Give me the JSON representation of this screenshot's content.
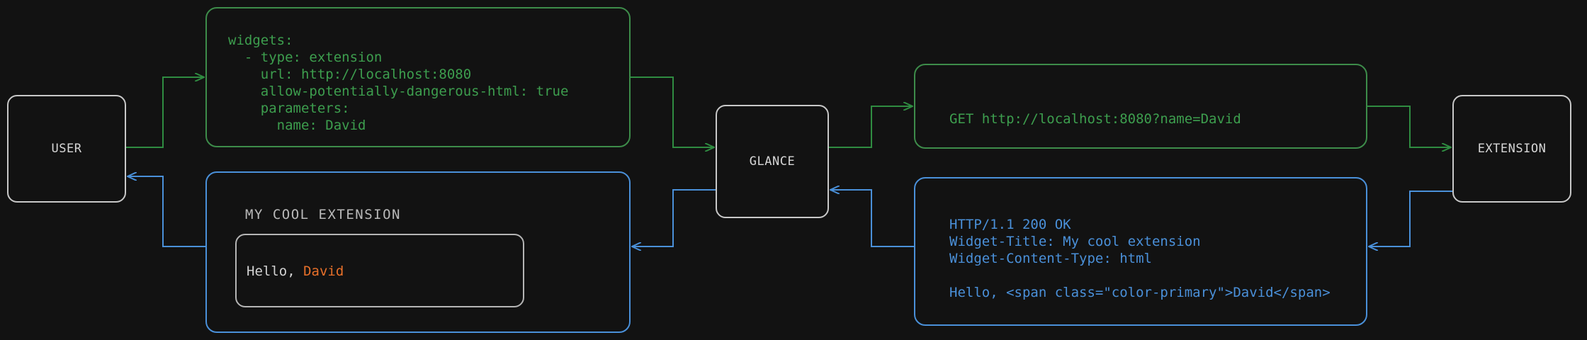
{
  "theme": {
    "background": "#121212",
    "green": "#3d9e4e",
    "blue": "#4a90d9",
    "neutral": "#c8c8c8",
    "accent_orange": "#e8702a"
  },
  "nodes": {
    "user": {
      "label": "USER"
    },
    "glance": {
      "label": "GLANCE"
    },
    "extension": {
      "label": "EXTENSION"
    }
  },
  "panels": {
    "yaml_config": {
      "color": "green",
      "code": "widgets:\n  - type: extension\n    url: http://localhost:8080\n    allow-potentially-dangerous-html: true\n    parameters:\n      name: David"
    },
    "http_request": {
      "color": "green",
      "code": "GET http://localhost:8080?name=David"
    },
    "http_response": {
      "color": "blue",
      "code": "HTTP/1.1 200 OK\nWidget-Title: My cool extension\nWidget-Content-Type: html\n\nHello, <span class=\"color-primary\">David</span>"
    },
    "widget_preview": {
      "color": "blue",
      "title": "MY COOL EXTENSION",
      "body_prefix": "Hello, ",
      "body_accent": "David"
    }
  },
  "edges": [
    {
      "name": "user-to-config",
      "color": "green",
      "from": "user",
      "to": "yaml_config"
    },
    {
      "name": "config-to-glance",
      "color": "green",
      "from": "yaml_config",
      "to": "glance"
    },
    {
      "name": "glance-to-request",
      "color": "green",
      "from": "glance",
      "to": "http_request"
    },
    {
      "name": "request-to-extension",
      "color": "green",
      "from": "http_request",
      "to": "extension"
    },
    {
      "name": "extension-to-response",
      "color": "blue",
      "from": "extension",
      "to": "http_response"
    },
    {
      "name": "response-to-glance",
      "color": "blue",
      "from": "http_response",
      "to": "glance"
    },
    {
      "name": "glance-to-widget",
      "color": "blue",
      "from": "glance",
      "to": "widget_preview"
    },
    {
      "name": "widget-to-user",
      "color": "blue",
      "from": "widget_preview",
      "to": "user"
    }
  ]
}
